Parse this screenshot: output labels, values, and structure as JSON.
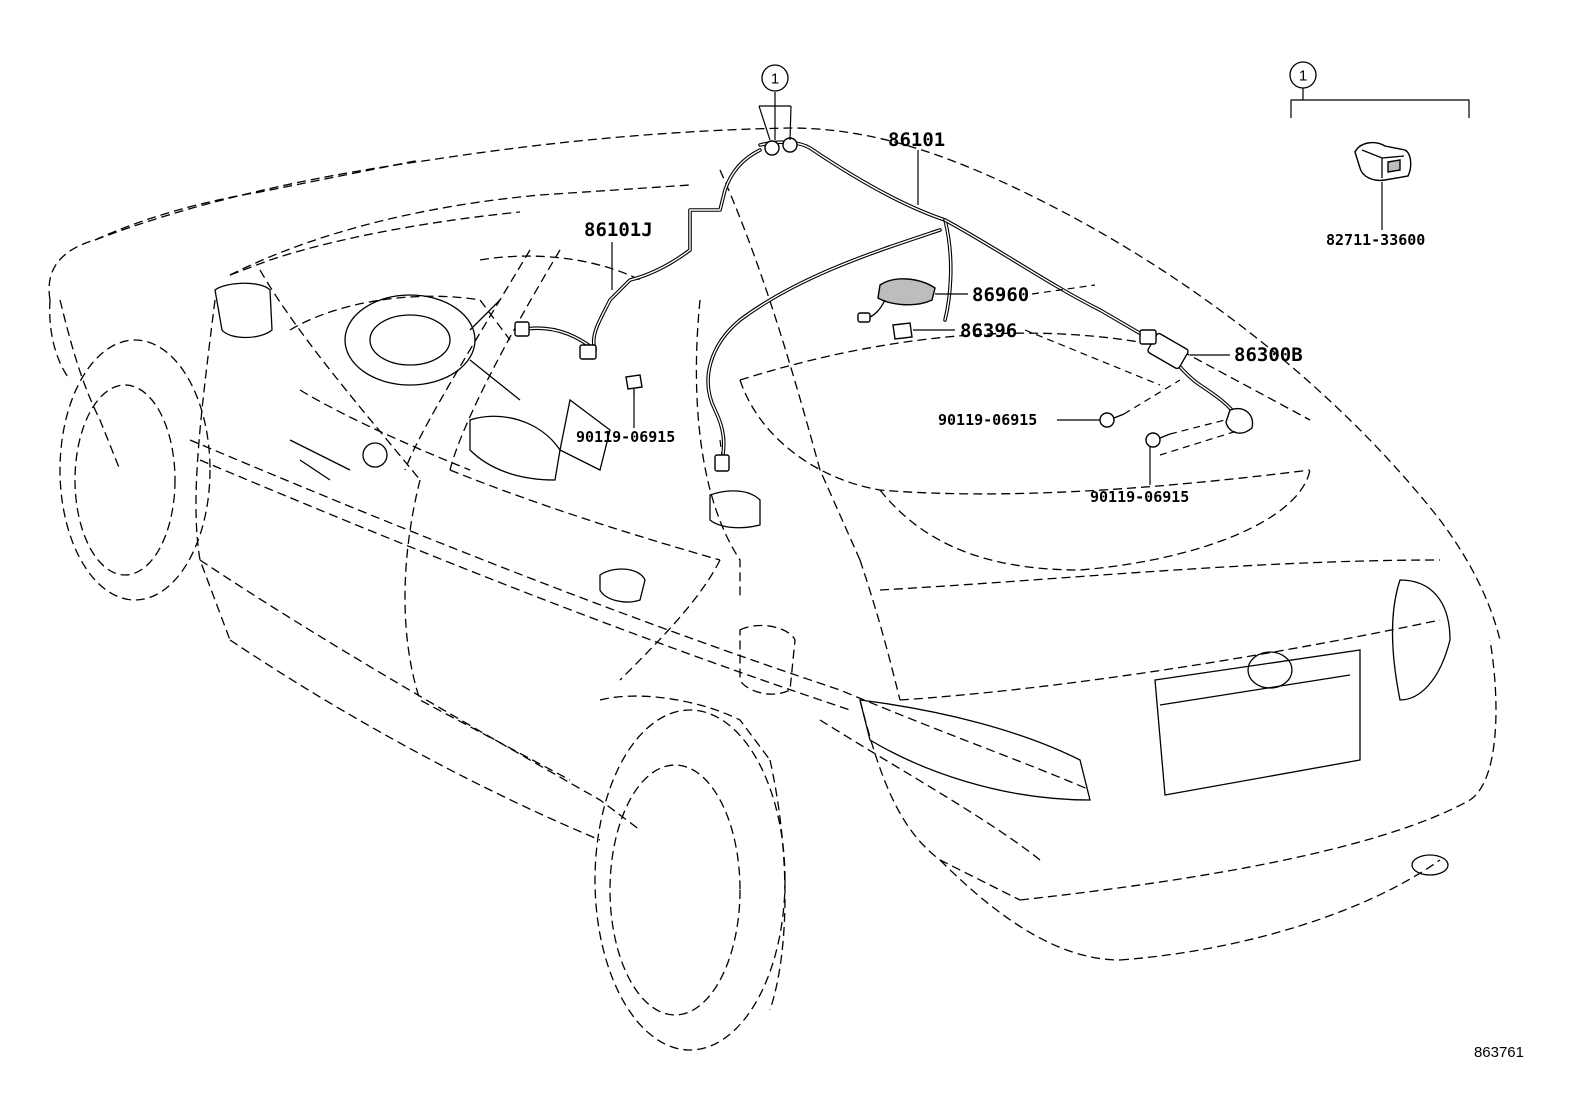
{
  "diagram": {
    "callouts": {
      "ref_top": "1",
      "ref_kit": "1",
      "p86101": "86101",
      "p86101J": "86101J",
      "p86960": "86960",
      "p86396": "86396",
      "p86300B": "86300B",
      "screw_left": "90119-06915",
      "screw_mid": "90119-06915",
      "screw_right": "90119-06915",
      "p82711": "82711-33600"
    },
    "figure_number": "863761"
  }
}
